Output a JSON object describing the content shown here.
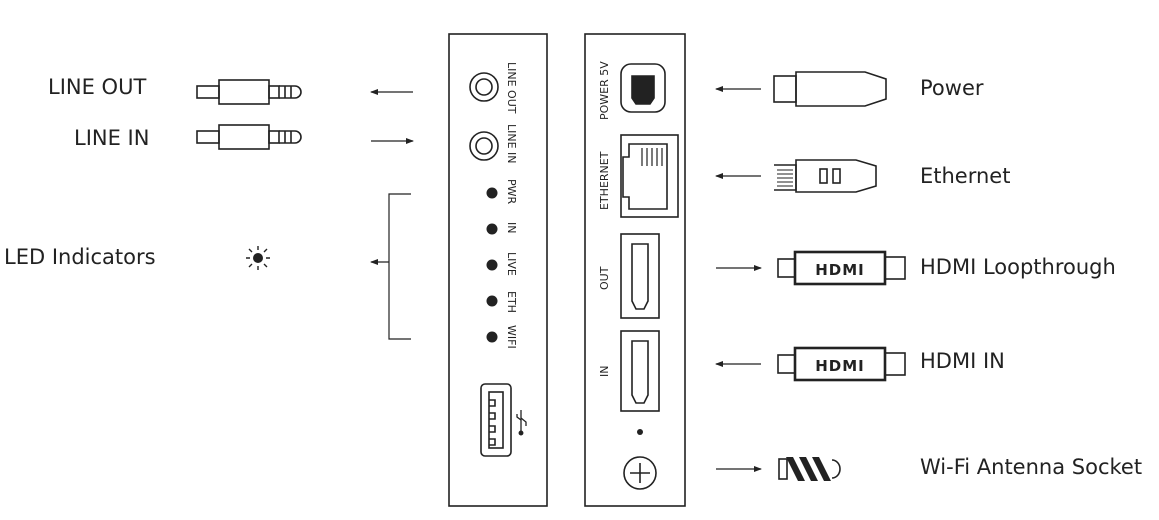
{
  "left_labels": {
    "line_out": "LINE OUT",
    "line_in": "LINE IN",
    "led": "LED Indicators"
  },
  "right_labels": {
    "power": "Power",
    "ethernet": "Ethernet",
    "hdmi_loop": "HDMI Loopthrough",
    "hdmi_in": "HDMI IN",
    "wifi": "Wi-Fi Antenna Socket"
  },
  "left_panel": {
    "line_out": "LINE OUT",
    "line_in": "LINE IN",
    "leds": [
      "PWR",
      "IN",
      "LIVE",
      "ETH",
      "WIFI"
    ]
  },
  "right_panel": {
    "power": "POWER 5V",
    "ethernet": "ETHERNET",
    "out": "OUT",
    "in": "IN"
  },
  "hdmi_logo": "HDMI",
  "colors": {
    "stroke": "#222222",
    "text": "#222222"
  }
}
